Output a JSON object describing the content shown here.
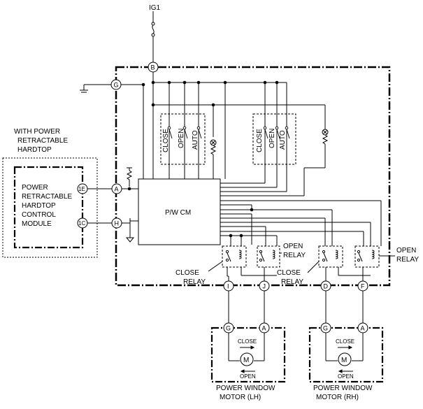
{
  "power": {
    "ig1": "IG1"
  },
  "module": {
    "name": "P/W CM"
  },
  "hardtop": {
    "header": [
      "WITH POWER",
      "RETRACTABLE",
      "HARDTOP"
    ],
    "module_lines": [
      "POWER",
      "RETRACTABLE",
      "HARDTOP",
      "CONTROL",
      "MODULE"
    ],
    "pin_1e": "1E",
    "pin_1c": "1C"
  },
  "terminals": {
    "B": "B",
    "G": "G",
    "A": "A",
    "H": "H",
    "I": "I",
    "J": "J",
    "D": "D",
    "F": "F"
  },
  "switches": {
    "left": {
      "close": "CLOSE",
      "open": "OPEN",
      "auto": "AUTO"
    },
    "right": {
      "close": "CLOSE",
      "open": "OPEN",
      "auto": "AUTO"
    }
  },
  "relays": {
    "close_lh": [
      "CLOSE",
      "RELAY"
    ],
    "open_lh": [
      "OPEN",
      "RELAY"
    ],
    "close_rh": [
      "CLOSE",
      "RELAY"
    ],
    "open_rh": [
      "OPEN",
      "RELAY"
    ]
  },
  "motors": {
    "lh": {
      "term_g": "G",
      "term_a": "A",
      "close": "CLOSE",
      "open": "OPEN",
      "symbol": "M",
      "label": [
        "POWER WINDOW",
        "MOTOR (LH)"
      ]
    },
    "rh": {
      "term_g": "G",
      "term_a": "A",
      "close": "CLOSE",
      "open": "OPEN",
      "symbol": "M",
      "label": [
        "POWER WINDOW",
        "MOTOR (RH)"
      ]
    }
  }
}
